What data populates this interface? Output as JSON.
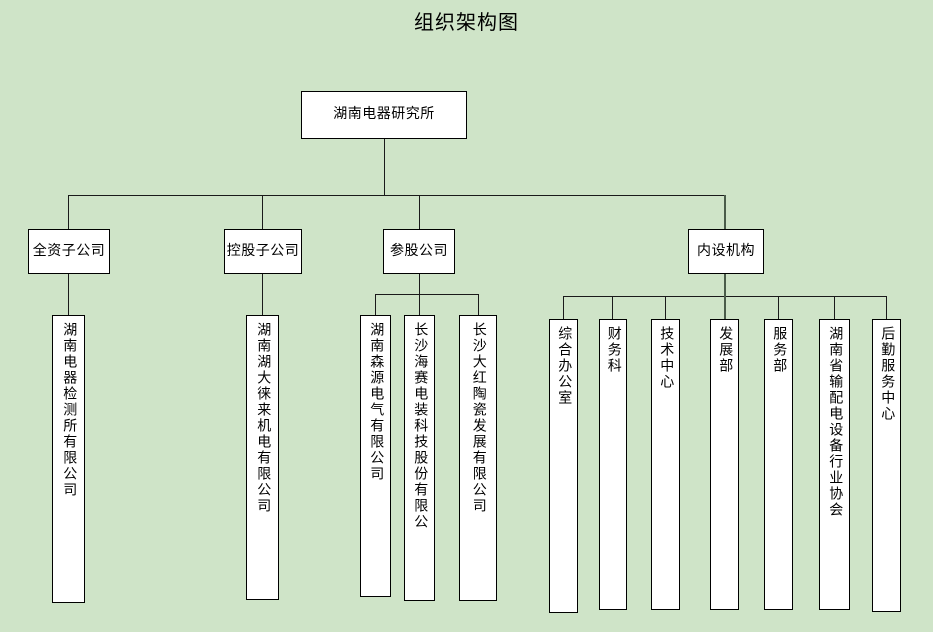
{
  "page": {
    "title": "组织架构图",
    "background_color": "#cfe4c8",
    "box_fill": "#ffffff",
    "line_color": "#000000"
  },
  "chart_data": {
    "type": "diagram",
    "title": "组织架构图",
    "root": {
      "label": "湖南电器研究所",
      "children": [
        {
          "label": "全资子公司",
          "children": [
            {
              "label": "湖南电器检测所有限公司"
            }
          ]
        },
        {
          "label": "控股子公司",
          "children": [
            {
              "label": "湖南湖大徕来机电有限公司"
            }
          ]
        },
        {
          "label": "参股公司",
          "children": [
            {
              "label": "湖南森源电气有限公司"
            },
            {
              "label": "长沙海赛电装科技股份有限公"
            },
            {
              "label": "长沙大红陶瓷发展有限公司"
            }
          ]
        },
        {
          "label": "内设机构",
          "children": [
            {
              "label": "综合办公室"
            },
            {
              "label": "财务科"
            },
            {
              "label": "技术中心"
            },
            {
              "label": "发展部"
            },
            {
              "label": "服务部"
            },
            {
              "label": "湖南省输配电设备行业协会"
            },
            {
              "label": "后勤服务中心"
            }
          ]
        }
      ]
    }
  },
  "nodes": {
    "root": "湖南电器研究所",
    "level2": {
      "wholly_owned": "全资子公司",
      "holding": "控股子公司",
      "equity": "参股公司",
      "internal": "内设机构"
    },
    "level3": {
      "wholly_owned_1": "湖南电器检测所有限公司",
      "holding_1": "湖南湖大徕来机电有限公司",
      "equity_1": "湖南森源电气有限公司",
      "equity_2": "长沙海赛电装科技股份有限公",
      "equity_3": "长沙大红陶瓷发展有限公司",
      "internal_1": "综合办公室",
      "internal_2": "财务科",
      "internal_3": "技术中心",
      "internal_4": "发展部",
      "internal_5": "服务部",
      "internal_6": "湖南省输配电设备行业协会",
      "internal_7": "后勤服务中心"
    }
  }
}
